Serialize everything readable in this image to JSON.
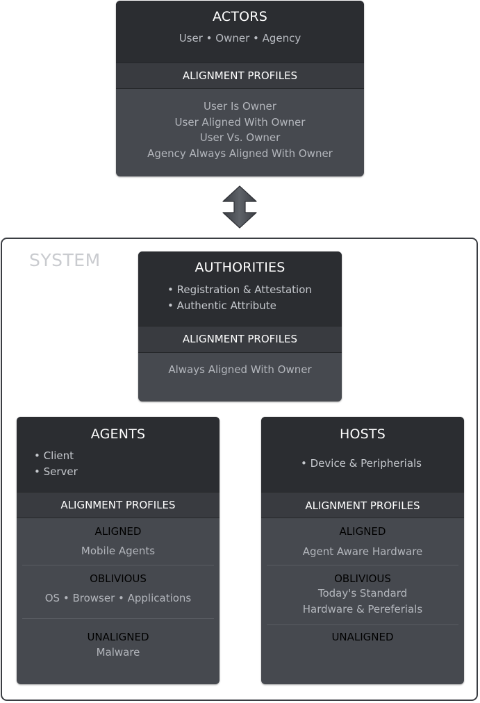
{
  "actors": {
    "title": "ACTORS",
    "subtitle": "User • Owner • Agency",
    "profiles_label": "ALIGNMENT PROFILES",
    "profiles": [
      "User Is Owner",
      "User Aligned With Owner",
      "User Vs. Owner",
      "Agency Always Aligned With Owner"
    ]
  },
  "system": {
    "label": "SYSTEM",
    "authorities": {
      "title": "AUTHORITIES",
      "bullets": [
        "• Registration & Attestation",
        "• Authentic Attribute"
      ],
      "profiles_label": "ALIGNMENT PROFILES",
      "profile": "Always Aligned With Owner"
    },
    "agents": {
      "title": "AGENTS",
      "bullets": [
        "• Client",
        "• Server"
      ],
      "profiles_label": "ALIGNMENT PROFILES",
      "sections": [
        {
          "heading": "ALIGNED",
          "lines": [
            "Mobile Agents"
          ]
        },
        {
          "heading": "OBLIVIOUS",
          "lines": [
            "OS • Browser • Applications"
          ]
        },
        {
          "heading": "UNALIGNED",
          "lines": [
            "Malware"
          ]
        }
      ]
    },
    "hosts": {
      "title": "HOSTS",
      "bullets": [
        "• Device & Peripherials"
      ],
      "profiles_label": "ALIGNMENT PROFILES",
      "sections": [
        {
          "heading": "ALIGNED",
          "lines": [
            "Agent Aware Hardware"
          ]
        },
        {
          "heading": "OBLIVIOUS",
          "lines": [
            "Today's Standard",
            "Hardware & Pereferials"
          ]
        },
        {
          "heading": "UNALIGNED",
          "lines": []
        }
      ]
    }
  },
  "colors": {
    "header": "#2b2d31",
    "bar": "#393b40",
    "body": "#46494f",
    "muted_text": "#b3b6bc",
    "system_border": "#3a3d42",
    "system_label": "#c9cbcf"
  }
}
